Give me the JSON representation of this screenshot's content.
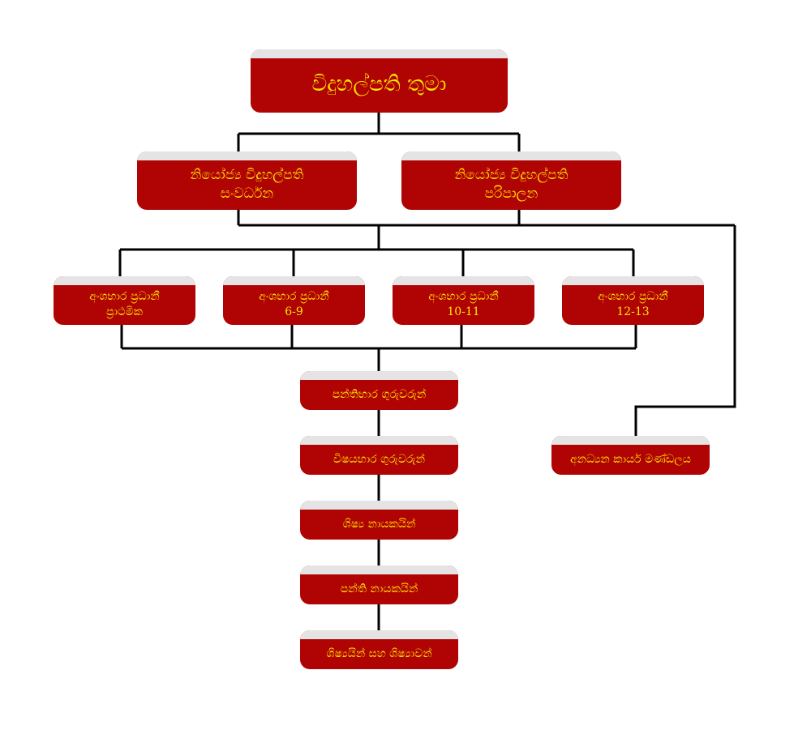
{
  "principal": {
    "title": "විදුහල්පති තුමා"
  },
  "deputies": [
    {
      "line1": "නියෝජ්‍ය විදුහල්පති",
      "line2": "සංවර්ධන"
    },
    {
      "line1": "නියෝජ්‍ය විදුහල්පති",
      "line2": "පරිපාලන"
    }
  ],
  "section_heads": [
    {
      "line1": "අංශභාර ප්‍රධානී",
      "line2": "ප්‍රාථමික"
    },
    {
      "line1": "අංශභාර ප්‍රධානී",
      "line2": "6-9"
    },
    {
      "line1": "අංශභාර ප්‍රධානී",
      "line2": "10-11"
    },
    {
      "line1": "අංශභාර ප්‍රධානී",
      "line2": "12-13"
    }
  ],
  "chain": [
    "පන්තිභාර ගුරුවරුන්",
    "විෂයභාර ගුරුවරුන්",
    "ශිෂ්‍ය නායකයින්",
    "පන්ති නායකයින්",
    "ශිෂ්‍යයින් සහ ශිෂ්‍යාවන්"
  ],
  "non_academic": "අනධ්‍යන කාර්ය මණ්ඩලය",
  "colors": {
    "box": "#b00303",
    "text": "#ffe600",
    "strip": "#e4e4e4",
    "line": "#000000"
  }
}
